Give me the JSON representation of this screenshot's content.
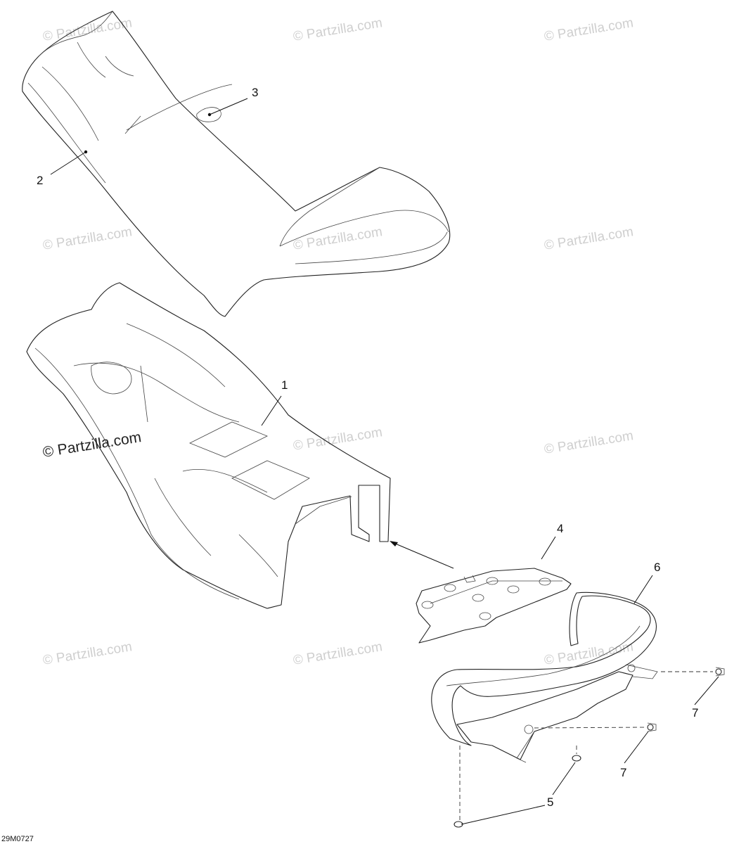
{
  "callouts": {
    "c1": "1",
    "c2": "2",
    "c3": "3",
    "c4": "4",
    "c5": "5",
    "c6": "6",
    "c7a": "7",
    "c7b": "7"
  },
  "watermark": {
    "text": "© Partzilla.com",
    "dark_text": "© Partzilla.com"
  },
  "drawing_code": "29M0727",
  "colors": {
    "line": "#222222",
    "watermark": "#cfcfcf",
    "background": "#ffffff"
  }
}
